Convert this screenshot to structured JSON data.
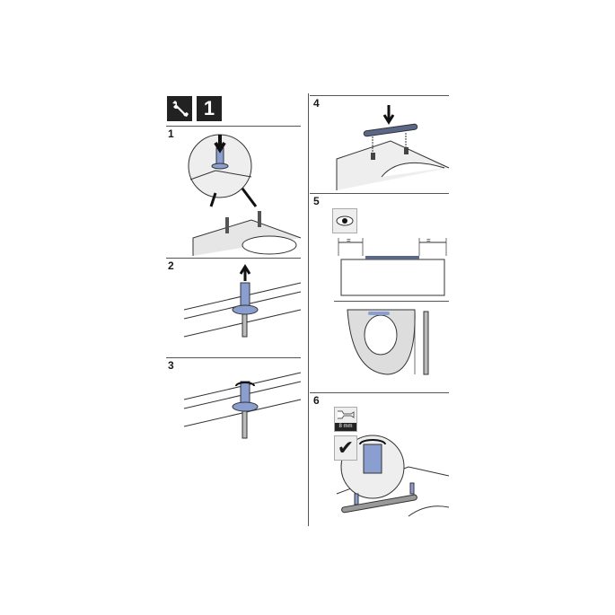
{
  "header": {
    "tool_icon": "wrench-icon",
    "people_count": "1"
  },
  "steps": [
    {
      "number": "1"
    },
    {
      "number": "2"
    },
    {
      "number": "3"
    },
    {
      "number": "4"
    },
    {
      "number": "5",
      "equal_marks": [
        "=",
        "="
      ]
    },
    {
      "number": "6",
      "wrench_size": "8 mm"
    }
  ],
  "colors": {
    "accent_blue": "#8a9fd0",
    "line": "#333333",
    "surface": "#e6e6e6"
  }
}
